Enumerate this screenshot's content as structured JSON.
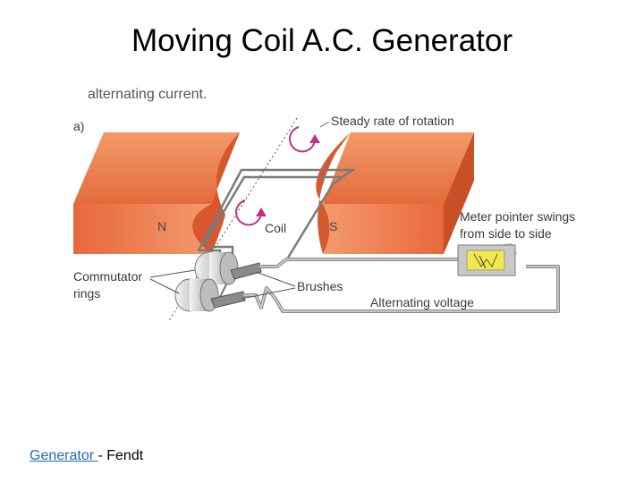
{
  "slide": {
    "title": "Moving Coil A.C. Generator"
  },
  "diagram": {
    "top_caption": "alternating current.",
    "panel_label": "a)",
    "pole_north": "N",
    "pole_south": "S",
    "coil_label": "Coil",
    "rotation_label": "Steady rate of rotation",
    "meter_label_line1": "Meter pointer swings",
    "meter_label_line2": "from side to side",
    "commutator_line1": "Commutator",
    "commutator_line2": "rings",
    "brushes_label": "Brushes",
    "voltage_label": "Alternating voltage",
    "colors": {
      "magnet_front": "#e8683c",
      "magnet_top": "#f08a5a",
      "magnet_side": "#c94f27",
      "arrow": "#c0308a",
      "meter_face": "#f2e84a"
    }
  },
  "footer": {
    "link_text": "Generator ",
    "suffix_text": "- Fendt"
  }
}
